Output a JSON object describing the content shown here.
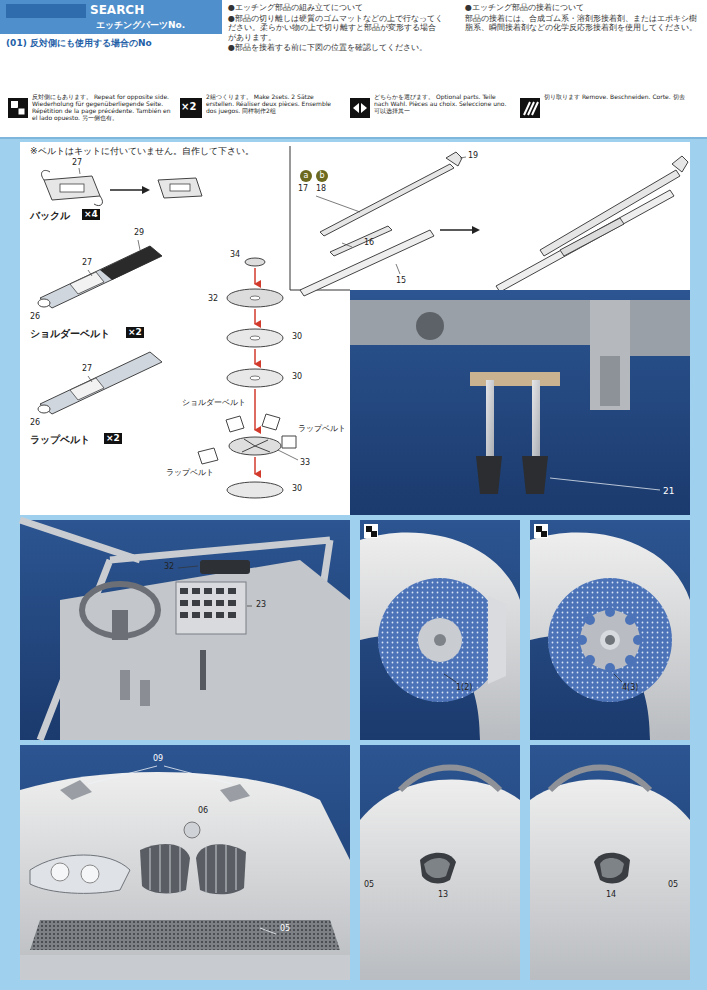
{
  "diagram": {
    "labels": [
      "SEARCH",
      "エッチングパーツNo.",
      "(01) 反対側にも使用する場合のNo",
      "●エッチング部品の組み立てについて",
      "●部品の切り離しは硬質のゴムマットなどの上で行なってください。柔らかい物の上で切り離すと部品が変形する場合があります。",
      "●部品を接着する前に下図の位置を確認してください。",
      "●エッチング部品の接着について",
      "部品の接着には、合成ゴム系・溶剤形接着剤、またはエポキシ樹脂系、瞬間接着剤などの化学反応形接着剤を使用してください。",
      "×2",
      "※ベルトはキットに付いていません。自作して下さい。",
      "27",
      "バックル",
      "×4",
      "29",
      "27",
      "26",
      "ショルダーベルト",
      "×2",
      "27",
      "26",
      "ラップベルト",
      "×2",
      "34",
      "32",
      "30",
      "30",
      "ショルダーベルト",
      "ラップベルト",
      "33",
      "ラップベルト",
      "30",
      "a",
      "b",
      "17",
      "18",
      "19",
      "16",
      "15",
      "21",
      "32",
      "23",
      "1(2)",
      "4(3)",
      "09",
      "06",
      "05",
      "13",
      "05",
      "14",
      "05"
    ],
    "legend": [
      {
        "text": "反対側にもあります。 Repeat for opposite side. Wiederholung für gegenüberliegende Seite. Répétition de la page précédente. También en el lado opuesto. 另一侧也有。"
      },
      {
        "text": "2組つくります。 Make 2sets. 2 Sätze erstellen. Réaliser deux pièces. Ensemble dos juegos. 同样制作2组"
      },
      {
        "text": "どちらかを選びます。 Optional parts. Teile nach Wahl. Pièces au choix. Seleccione uno. 可以选择其一"
      },
      {
        "text": "切り取ります Remove. Beschneiden. Corte. 切去"
      }
    ]
  }
}
